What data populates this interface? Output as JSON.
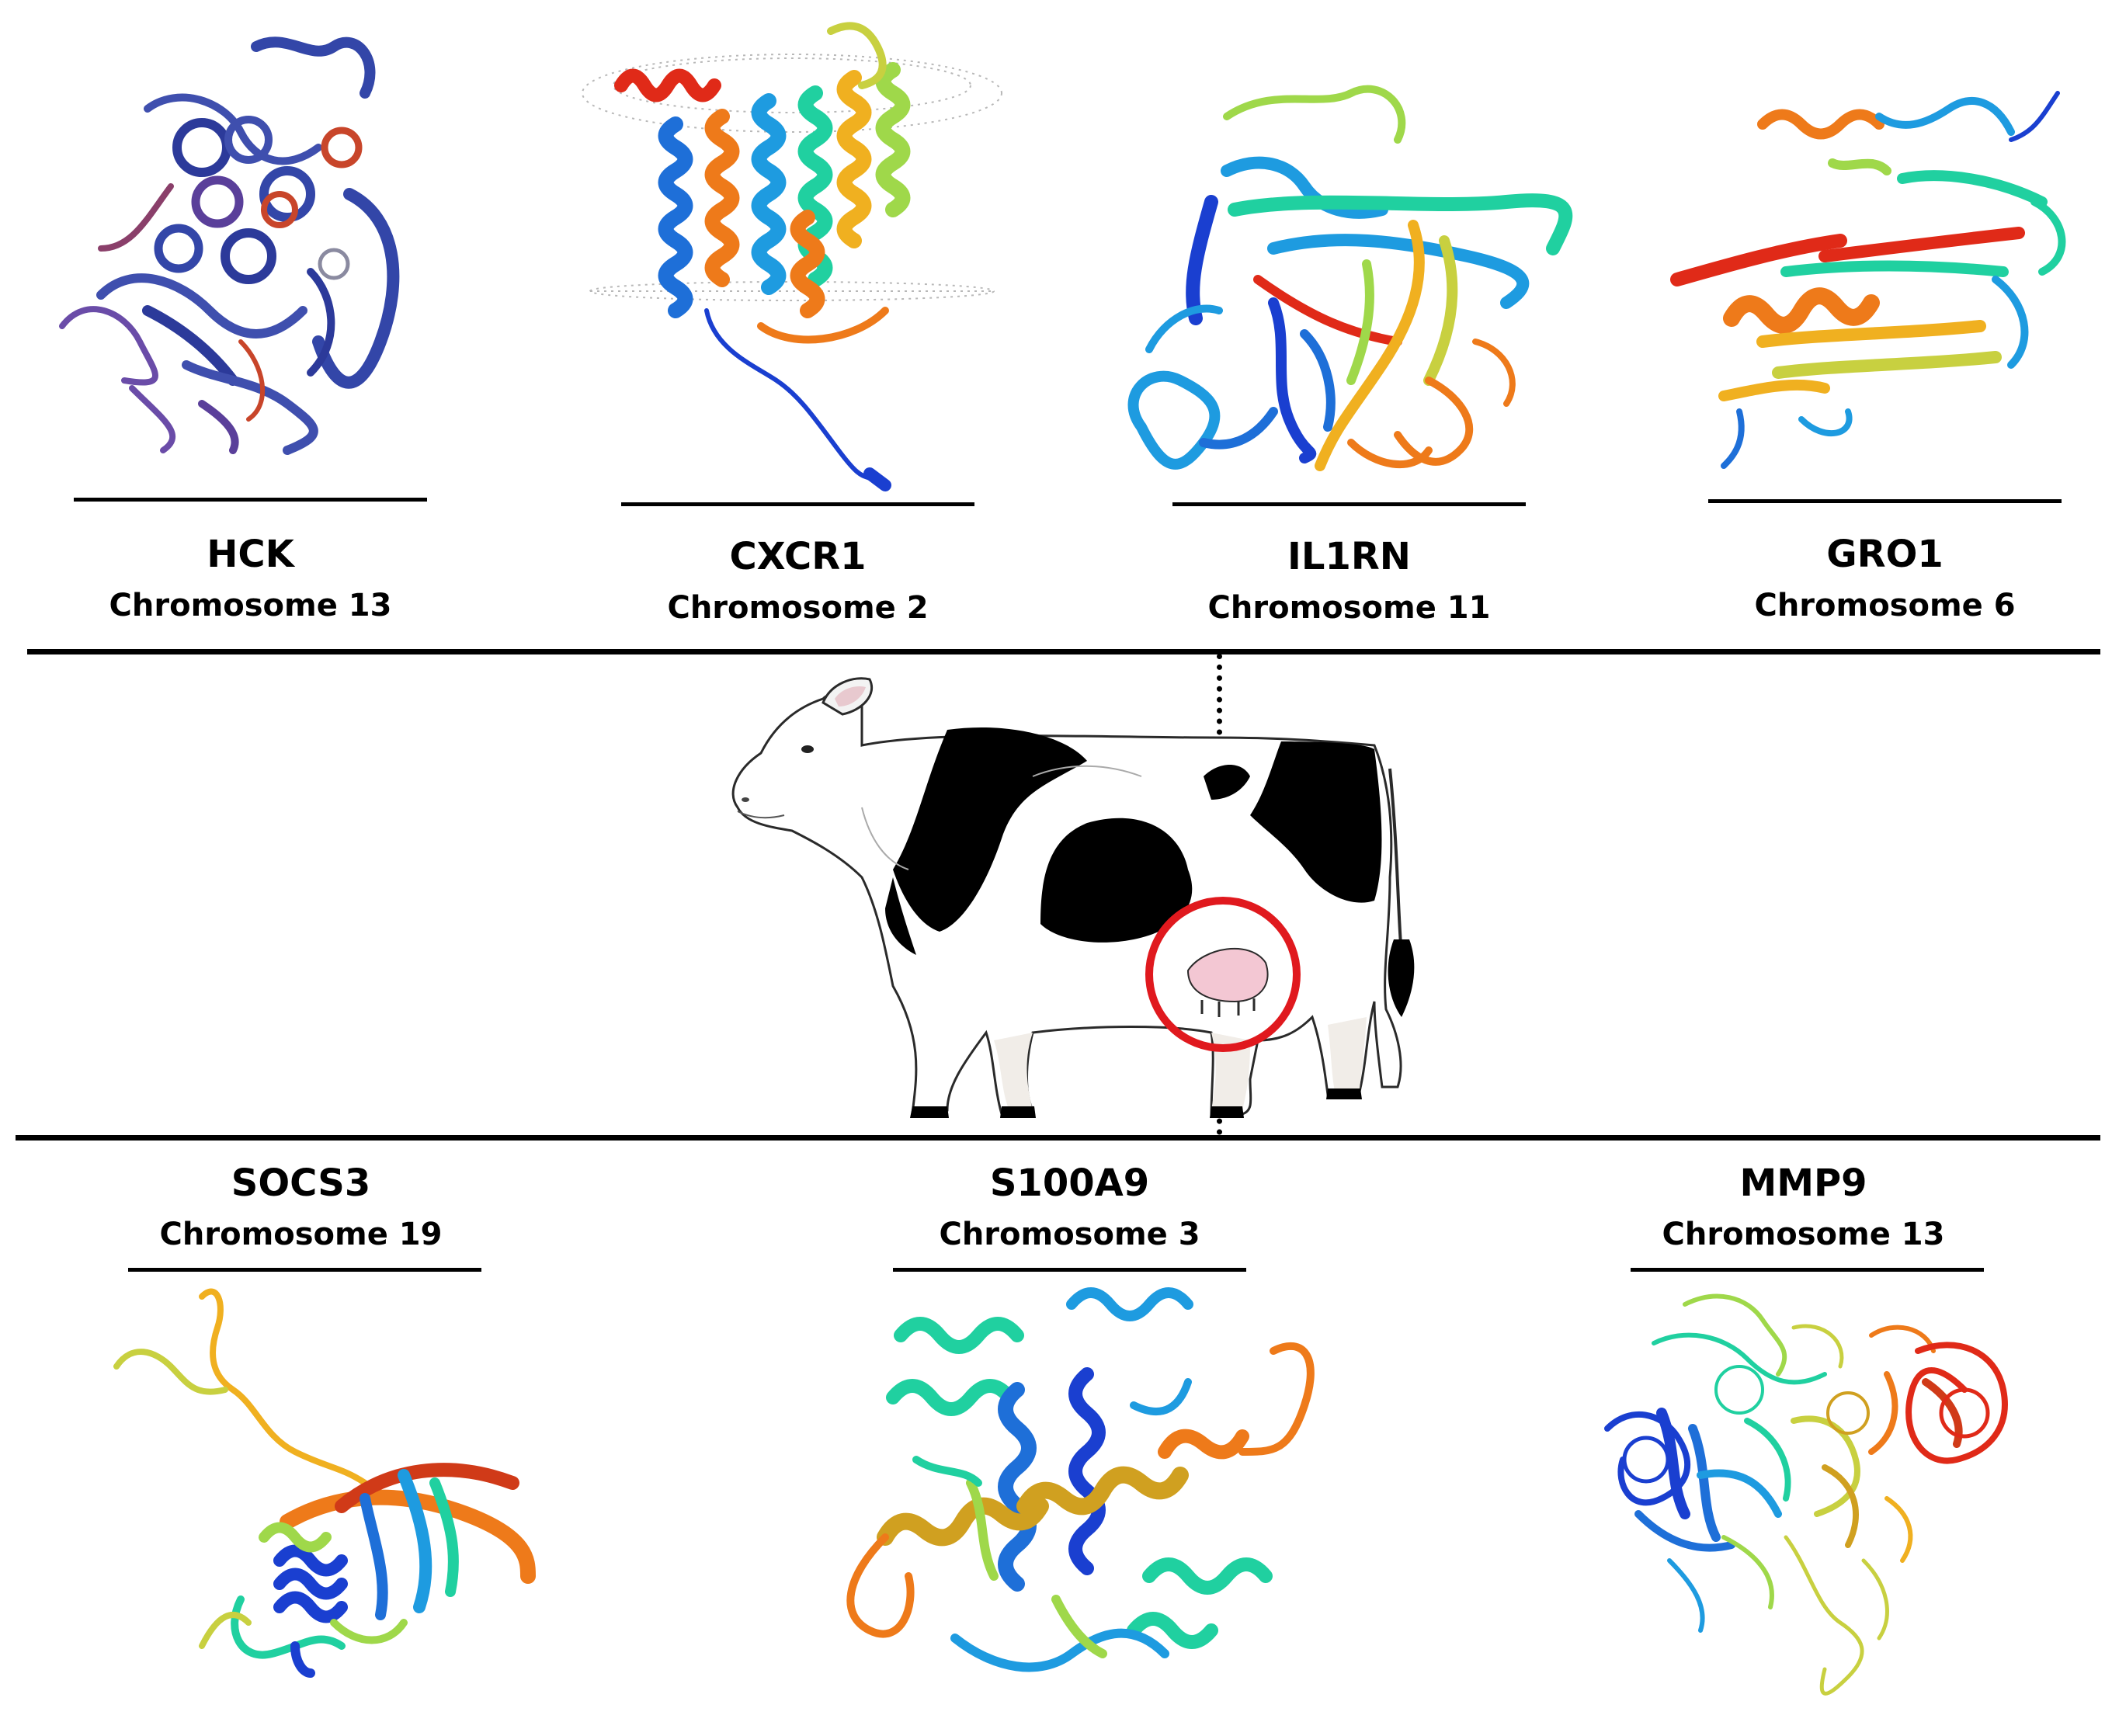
{
  "top_genes": [
    {
      "gene": "HCK",
      "chromosome": "Chromosome 13"
    },
    {
      "gene": "CXCR1",
      "chromosome": "Chromosome 2"
    },
    {
      "gene": "IL1RN",
      "chromosome": "Chromosome 11"
    },
    {
      "gene": "GRO1",
      "chromosome": "Chromosome 6"
    }
  ],
  "bottom_genes": [
    {
      "gene": "SOCS3",
      "chromosome": "Chromosome 19"
    },
    {
      "gene": "S100A9",
      "chromosome": "Chromosome 3"
    },
    {
      "gene": "MMP9",
      "chromosome": "Chromosome 13"
    }
  ],
  "colors": {
    "udder_circle": "#e0191e",
    "udder": "#f3c7d3",
    "cow_spots": "#000000",
    "hck_ribbon": "#3f4fae",
    "rainbow": [
      "#1a3fd0",
      "#1e9be0",
      "#20d0a0",
      "#9fd84a",
      "#f0b020",
      "#ee7a1a",
      "#e02a18"
    ]
  }
}
